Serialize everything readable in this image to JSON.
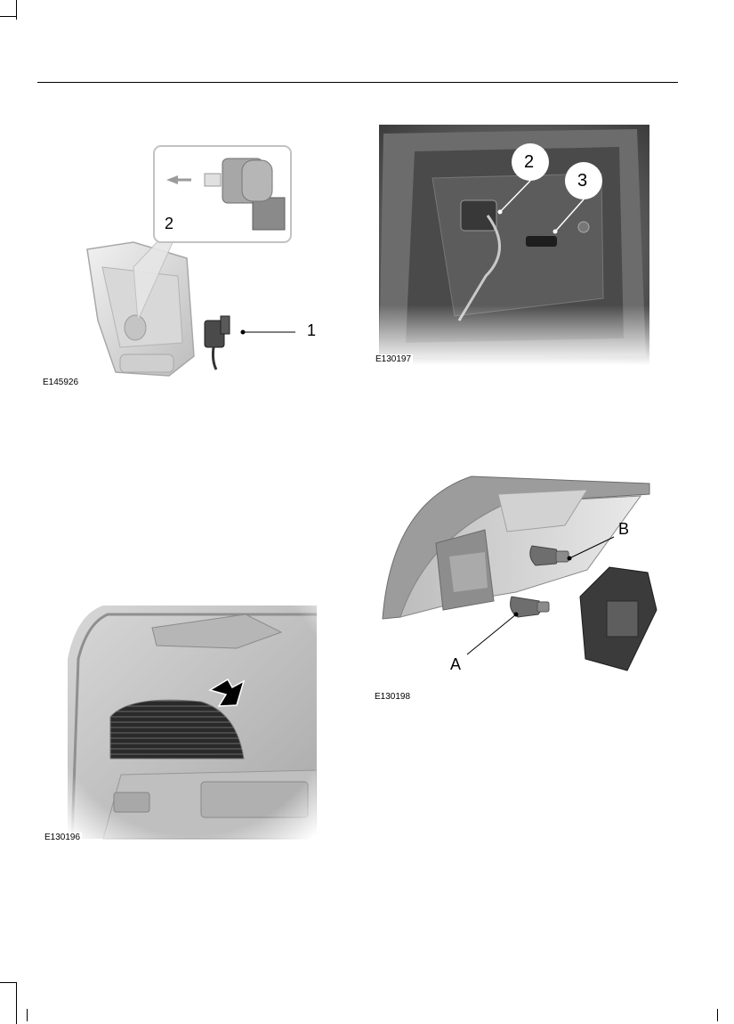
{
  "figures": [
    {
      "id": "E145926",
      "code": "E145926",
      "callouts": [
        "1",
        "2"
      ]
    },
    {
      "id": "E130197",
      "code": "E130197",
      "callouts": [
        "2",
        "3"
      ]
    },
    {
      "id": "E130196",
      "code": "E130196"
    },
    {
      "id": "E130198",
      "code": "E130198",
      "callouts": [
        "A",
        "B"
      ]
    }
  ]
}
